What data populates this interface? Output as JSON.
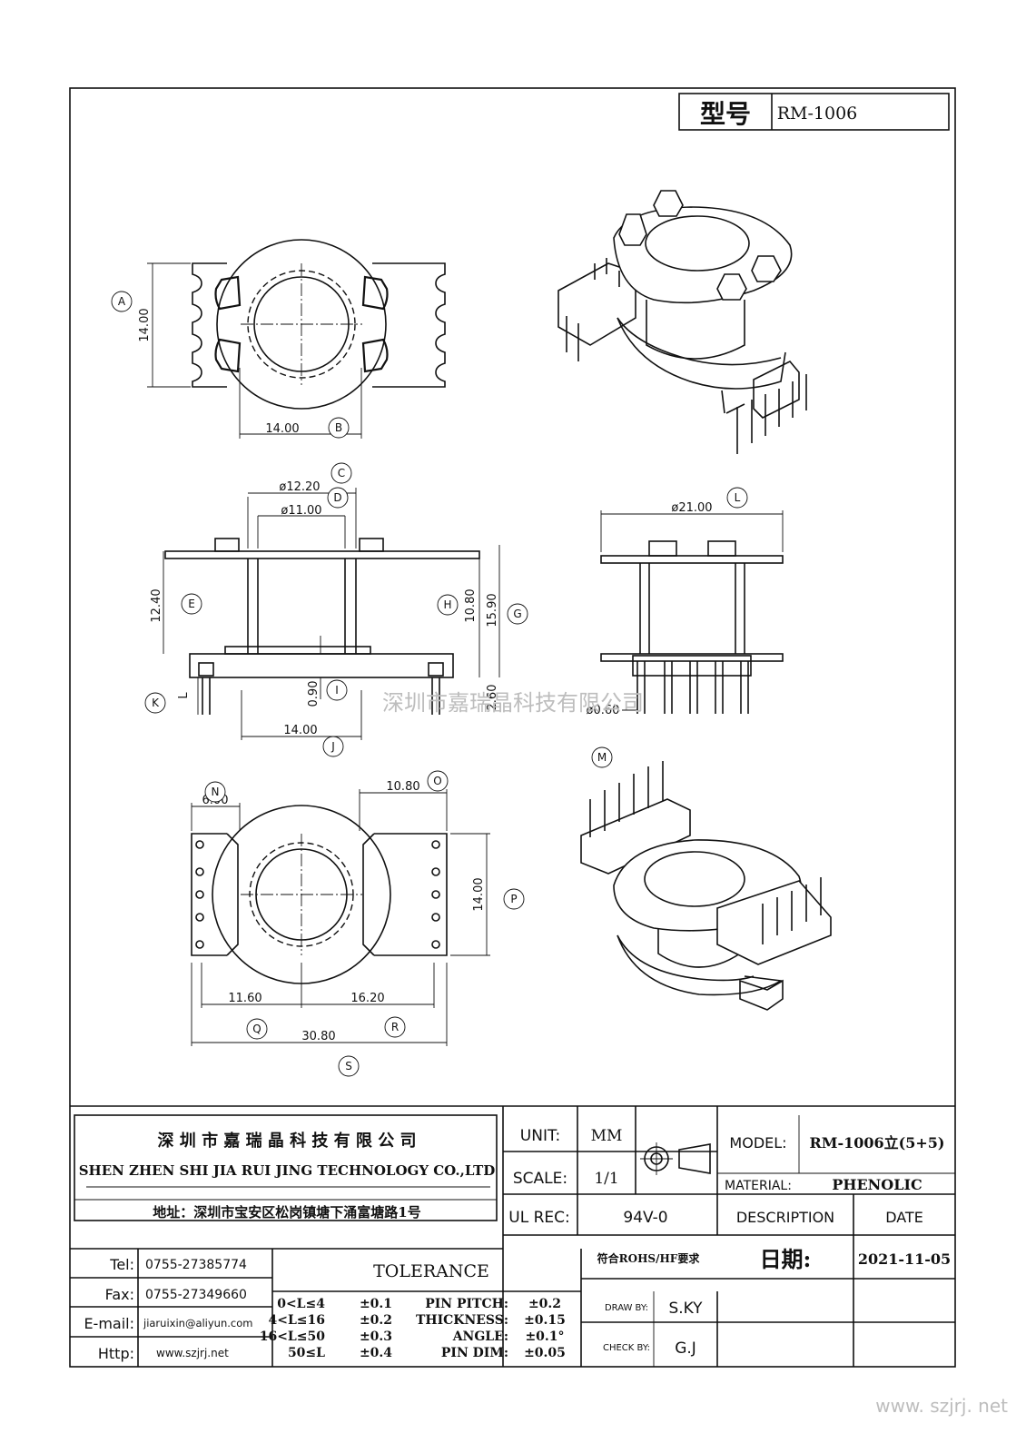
{
  "header": {
    "model_label": "型号",
    "model_value": "RM-1006"
  },
  "dimensions": {
    "A": "14.00",
    "B": "14.00",
    "C": "ø12.20",
    "D": "ø11.00",
    "E": "12.40",
    "G": "15.90",
    "H": "10.80",
    "I": "0.90",
    "J": "14.00",
    "K_value": "2.60",
    "L": "ø21.00",
    "M": "ø0.60",
    "N": "6.00",
    "O": "10.80",
    "P": "14.00",
    "Q": "11.60",
    "R": "16.20",
    "S": "30.80",
    "K_label": "L"
  },
  "letters": [
    "A",
    "B",
    "C",
    "D",
    "E",
    "G",
    "H",
    "I",
    "J",
    "K",
    "L",
    "M",
    "N",
    "O",
    "P",
    "Q",
    "R",
    "S"
  ],
  "watermark_center": "深圳市嘉瑞晶科技有限公司",
  "watermark_url": "www. szjrj. net",
  "company": {
    "name_cn": "深 圳 市 嘉 瑞 晶 科 技 有 限 公 司",
    "name_en": "SHEN ZHEN SHI  JIA RUI JING  TECHNOLOGY CO.,LTD",
    "address": "地址：深圳市宝安区松岗镇塘下涌富塘路1号"
  },
  "title_block": {
    "unit_label": "UNIT:",
    "unit_value": "MM",
    "scale_label": "SCALE:",
    "scale_value": "1/1",
    "ul_label": "UL REC:",
    "ul_value": "94V-0",
    "model_label": "MODEL:",
    "model_value": "RM-1006立(5+5)",
    "material_label": "MATERIAL:",
    "material_value": "PHENOLIC",
    "description_label": "DESCRIPTION",
    "date_header": "DATE",
    "date_label": "日期:",
    "date_value": "2021-11-05",
    "rohs": "符合ROHS/HF要求",
    "draw_label": "DRAW BY:",
    "draw_value": "S.KY",
    "check_label": "CHECK BY:",
    "check_value": "G.J"
  },
  "contact": {
    "tel_label": "Tel:",
    "tel": "0755-27385774",
    "fax_label": "Fax:",
    "fax": "0755-27349660",
    "email_label": "E-mail:",
    "email": "jiaruixin@aliyun.com",
    "http_label": "Http:",
    "http": "www.szjrj.net"
  },
  "tolerance": {
    "title": "TOLERANCE",
    "ranges": [
      {
        "range": "0<L≤4",
        "tol": "±0.1"
      },
      {
        "range": "4<L≤16",
        "tol": "±0.2"
      },
      {
        "range": "16<L≤50",
        "tol": "±0.3"
      },
      {
        "range": "50≤L",
        "tol": "±0.4"
      }
    ],
    "items": [
      {
        "label": "PIN PITCH:",
        "tol": "±0.2"
      },
      {
        "label": "THICKNESS:",
        "tol": "±0.15"
      },
      {
        "label": "ANGLE:",
        "tol": "±0.1°"
      },
      {
        "label": "PIN DIM:",
        "tol": "±0.05"
      }
    ]
  }
}
